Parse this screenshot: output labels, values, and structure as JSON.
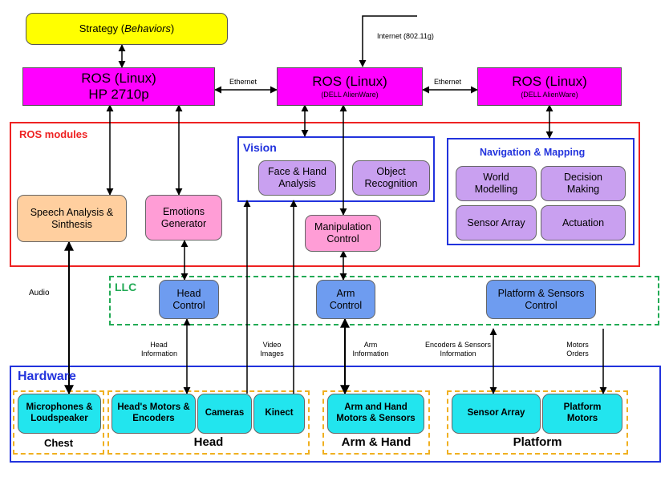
{
  "strategy": {
    "prefix": "Strategy (",
    "italic": "Behaviors",
    "suffix": ")"
  },
  "ros_hp": {
    "line1": "ROS (Linux)",
    "line2": "HP 2710p"
  },
  "ros_dell_center": {
    "line1": "ROS (Linux)",
    "line2": "(DELL AlienWare)"
  },
  "ros_dell_right": {
    "line1": "ROS (Linux)",
    "line2": "(DELL AlienWare)"
  },
  "links": {
    "ethernet_left": "Ethernet",
    "ethernet_right": "Ethernet",
    "internet": "Internet (802.11g)"
  },
  "ros_modules": {
    "title": "ROS modules",
    "speech": "Speech Analysis & Sinthesis",
    "emotions": "Emotions Generator",
    "manipulation": "Manipulation Control"
  },
  "vision": {
    "title": "Vision",
    "face_hand": "Face & Hand Analysis",
    "object_recognition": "Object Recognition"
  },
  "navigation": {
    "title": "Navigation & Mapping",
    "world_modelling": "World Modelling",
    "decision_making": "Decision Making",
    "sensor_array": "Sensor Array",
    "actuation": "Actuation"
  },
  "llc": {
    "title": "LLC",
    "head_control": "Head Control",
    "arm_control": "Arm Control",
    "platform_control": "Platform & Sensors Control"
  },
  "signals": {
    "audio": "Audio",
    "head_information": "Head Information",
    "video_images": "Video Images",
    "arm_information": "Arm Information",
    "encoders_sensors": "Encoders & Sensors Information",
    "motors_orders": "Motors Orders"
  },
  "hardware": {
    "title": "Hardware",
    "microphones": "Microphones & Loudspeaker",
    "heads_motors": "Head's Motors & Encoders",
    "cameras": "Cameras",
    "kinect": "Kinect",
    "arm_motors": "Arm and Hand Motors & Sensors",
    "sensor_array": "Sensor Array",
    "platform_motors": "Platform Motors"
  },
  "groups": {
    "chest": "Chest",
    "head": "Head",
    "arm_hand": "Arm & Hand",
    "platform": "Platform"
  },
  "colors": {
    "ros": "#ff00ff",
    "strategy": "#ffff00",
    "ros_frame": "#ee2222",
    "blue_frame": "#2233dd",
    "llc": "#22aa55",
    "group_frame": "#f0b020",
    "pink": "#ff9dd6",
    "orange": "#ffcf9f",
    "lavender": "#c9a0f0",
    "llc_box": "#6e9cf0",
    "hardware_box": "#22e5ee"
  }
}
